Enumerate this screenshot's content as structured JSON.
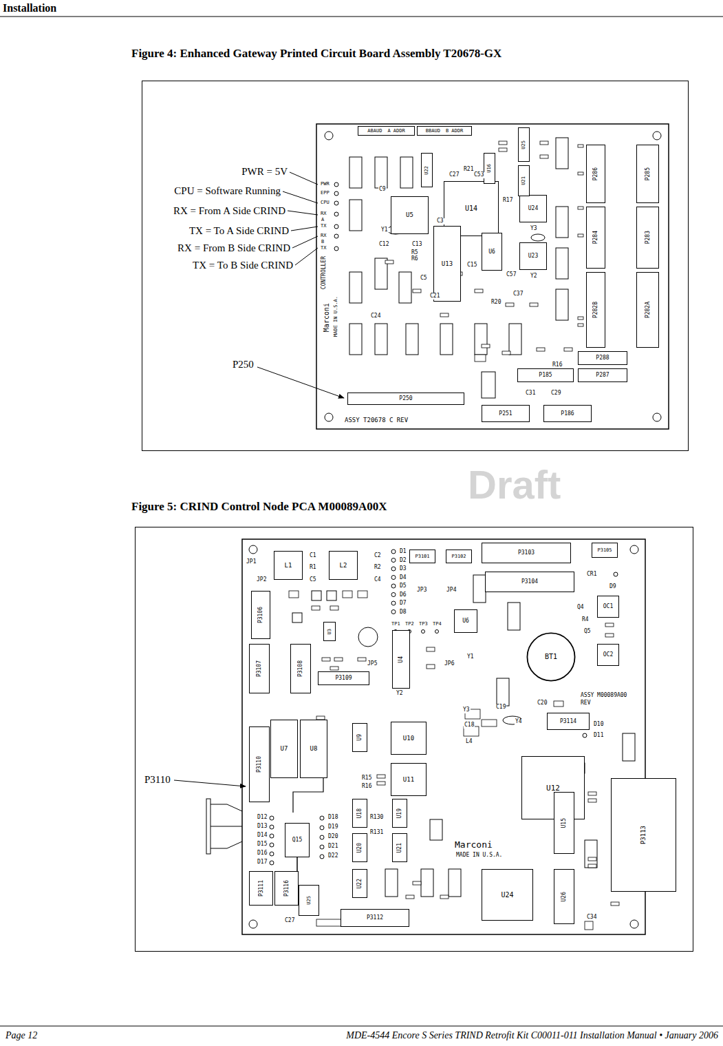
{
  "diagram": {
    "nodes": [
      {
        "text": [
          "Figure 4: Enhanced Gateway Printed Circuit Board Assembly T20678-GX"
        ]
      },
      {
        "text": [
          "ABAUD",
          "A ADDR"
        ],
        "in": 0
      },
      {
        "text": [
          "BBAUD",
          "B ADDR"
        ],
        "in": 0
      },
      {
        "text": [
          "U14"
        ],
        "in": 0
      },
      {
        "text": [
          "U5"
        ],
        "in": 0
      },
      {
        "text": [
          "U13"
        ],
        "in": 0
      },
      {
        "text": [
          "U6"
        ],
        "in": 0
      },
      {
        "text": [
          "U24"
        ],
        "in": 0
      },
      {
        "text": [
          "U23"
        ],
        "in": 0
      },
      {
        "text": [
          "U25"
        ],
        "in": 0
      },
      {
        "text": [
          "U21"
        ],
        "in": 0
      },
      {
        "text": [
          "U22"
        ],
        "in": 0
      },
      {
        "text": [
          "U16"
        ],
        "in": 0
      },
      {
        "text": [
          "P285"
        ],
        "in": 0
      },
      {
        "text": [
          "P283"
        ],
        "in": 0
      },
      {
        "text": [
          "P282A"
        ],
        "in": 0
      },
      {
        "text": [
          "P286"
        ],
        "in": 0
      },
      {
        "text": [
          "P284"
        ],
        "in": 0
      },
      {
        "text": [
          "P282B"
        ],
        "in": 0
      },
      {
        "text": [
          "P288"
        ],
        "in": 0
      },
      {
        "text": [
          "P287"
        ],
        "in": 0
      },
      {
        "text": [
          "P185"
        ],
        "in": 0
      },
      {
        "text": [
          "P250"
        ],
        "in": 0
      },
      {
        "text": [
          "P251"
        ],
        "in": 0
      },
      {
        "text": [
          "P186"
        ],
        "in": 0
      },
      {
        "text": [
          "Figure 5: CRIND Control Node PCA M00089A00X"
        ]
      },
      {
        "text": [
          "L1"
        ],
        "in": 25
      },
      {
        "text": [
          "L2"
        ],
        "in": 25
      },
      {
        "text": [
          "P3101"
        ],
        "in": 25
      },
      {
        "text": [
          "P3102"
        ],
        "in": 25
      },
      {
        "text": [
          "P3103"
        ],
        "in": 25
      },
      {
        "text": [
          "P3105"
        ],
        "in": 25
      },
      {
        "text": [
          "P3104"
        ],
        "in": 25
      },
      {
        "text": [
          "P3106"
        ],
        "in": 25
      },
      {
        "text": [
          "U3"
        ],
        "in": 25
      },
      {
        "text": [
          "U4"
        ],
        "in": 25
      },
      {
        "text": [
          "U6"
        ],
        "in": 25
      },
      {
        "text": [
          "BT1"
        ],
        "in": 25
      },
      {
        "text": [
          "OC1"
        ],
        "in": 25
      },
      {
        "text": [
          "OC2"
        ],
        "in": 25
      },
      {
        "text": [
          "P3107"
        ],
        "in": 25
      },
      {
        "text": [
          "P3108"
        ],
        "in": 25
      },
      {
        "text": [
          "P3109"
        ],
        "in": 25
      },
      {
        "text": [
          "P3114"
        ],
        "in": 25
      },
      {
        "text": [
          "U7"
        ],
        "in": 25
      },
      {
        "text": [
          "U8"
        ],
        "in": 25
      },
      {
        "text": [
          "U9"
        ],
        "in": 25
      },
      {
        "text": [
          "U10"
        ],
        "in": 25
      },
      {
        "text": [
          "U11"
        ],
        "in": 25
      },
      {
        "text": [
          "P3110"
        ],
        "in": 25
      },
      {
        "text": [
          "U12"
        ],
        "in": 25
      },
      {
        "text": [
          "U15"
        ],
        "in": 25
      },
      {
        "text": [
          "P3113"
        ],
        "in": 25
      },
      {
        "text": [
          "Q15"
        ],
        "in": 25
      },
      {
        "text": [
          "U18"
        ],
        "in": 25
      },
      {
        "text": [
          "U19"
        ],
        "in": 25
      },
      {
        "text": [
          "U20"
        ],
        "in": 25
      },
      {
        "text": [
          "U21"
        ],
        "in": 25
      },
      {
        "text": [
          "U22"
        ],
        "in": 25
      },
      {
        "text": [
          "U24"
        ],
        "in": 25
      },
      {
        "text": [
          "U26"
        ],
        "in": 25
      },
      {
        "text": [
          "P3111"
        ],
        "in": 25
      },
      {
        "text": [
          "P3116"
        ],
        "in": 25
      },
      {
        "text": [
          "U25"
        ],
        "in": 25
      },
      {
        "text": [
          "P3112"
        ],
        "in": 25
      }
    ],
    "labels": [
      "Installation",
      "Draft",
      "PWR = 5V",
      "CPU = Software Running",
      "RX = From A Side CRIND",
      "TX = To A Side CRIND",
      "RX = From B Side CRIND",
      "TX = To B Side CRIND",
      "P250",
      "PWR",
      "EPP",
      "CPU",
      "RX",
      "A",
      "TX",
      "RX",
      "B",
      "TX",
      "CONTROLLER",
      "Marconi",
      "MADE IN U.S.A.",
      "ASSY T20678 C REV",
      "Y1",
      "Y2",
      "Y3",
      "C3",
      "R17",
      "R21",
      "C9",
      "C12",
      "C13",
      "R5",
      "R6",
      "C15",
      "C57",
      "C5",
      "R20",
      "C27",
      "C53",
      "C37",
      "R16",
      "C29",
      "C31",
      "C21",
      "C24",
      "P3110",
      "Marconi",
      "MADE IN U.S.A.",
      "ASSY M00089A00",
      "REV",
      "JP1",
      "JP2",
      "JP3",
      "JP4",
      "JP5",
      "JP6",
      "D1",
      "D2",
      "D3",
      "D4",
      "D5",
      "D6",
      "D7",
      "D8",
      "C1",
      "C2",
      "R1",
      "R2",
      "C5",
      "C4",
      "CR1",
      "D9",
      "Q4",
      "R4",
      "Q5",
      "Y1",
      "Y2",
      "Y3",
      "Y4",
      "C19",
      "C18",
      "L4",
      "C20",
      "TP1",
      "TP2",
      "TP3",
      "TP4",
      "D10",
      "D11",
      "D12",
      "D13",
      "D14",
      "D15",
      "D16",
      "D17",
      "D18",
      "D19",
      "D20",
      "D21",
      "D22",
      "C34",
      "C27",
      "R15",
      "R16",
      "R130",
      "R131",
      "Page 12",
      "MDE-4544 Encore S Series TRIND Retrofit Kit C00011-011 Installation Manual • January 2006"
    ]
  }
}
